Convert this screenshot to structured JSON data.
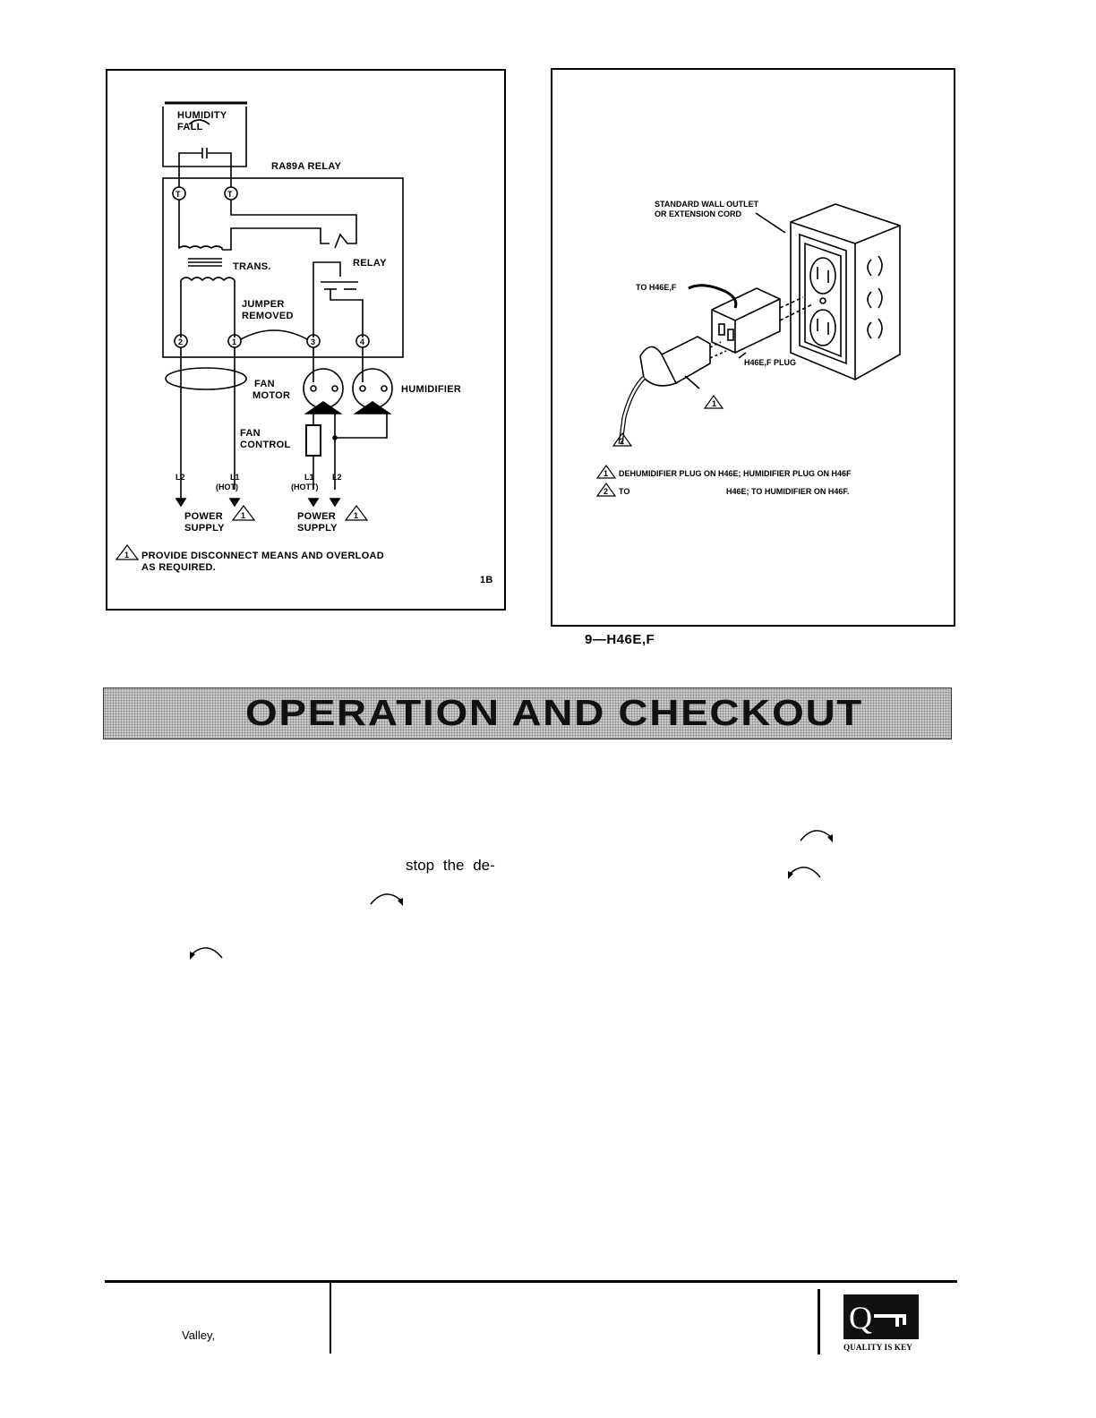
{
  "wiring_diagram": {
    "labels": {
      "humidity_fall": [
        "HUMIDITY",
        "FALL"
      ],
      "relay_title": "RA89A RELAY",
      "trans": "TRANS.",
      "relay": "RELAY",
      "jumper": [
        "JUMPER",
        "REMOVED"
      ],
      "terminal_t": "T",
      "terminals": [
        "2",
        "1",
        "3",
        "4"
      ],
      "fan_motor": [
        "FAN",
        "MOTOR"
      ],
      "humidifier": "HUMIDIFIER",
      "fan_control": [
        "FAN",
        "CONTROL"
      ],
      "l2": "L2",
      "l1": "L1",
      "hot": "(HOT)",
      "hot_right": "(HOTT)",
      "power_supply": [
        "POWER",
        "SUPPLY"
      ],
      "note_marker": "1",
      "note": [
        "PROVIDE DISCONNECT MEANS AND OVERLOAD",
        "AS REQUIRED."
      ],
      "fig_id": "1B"
    }
  },
  "plug_diagram": {
    "labels": {
      "outlet": [
        "STANDARD WALL OUTLET",
        "OR EXTENSION CORD"
      ],
      "to_h46": "TO H46E,F",
      "plug": "H46E,F PLUG",
      "marker1": "1",
      "marker2": "2",
      "note1": "DEHUMIDIFIER PLUG ON H46E; HUMIDIFIER PLUG ON H46F",
      "note2_prefix": "TO",
      "note2_rest": "H46E; TO HUMIDIFIER ON H46F."
    },
    "caption": "9—H46E,F"
  },
  "section": {
    "title": "OPERATION AND CHECKOUT"
  },
  "body": {
    "fragment": "stop the de-"
  },
  "footer": {
    "left": "Valley,",
    "logo_text": "QUALITY IS KEY"
  }
}
